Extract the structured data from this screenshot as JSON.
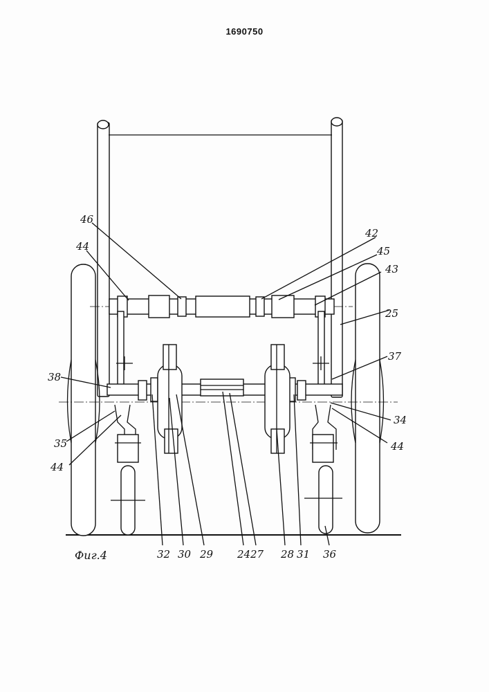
{
  "document": {
    "patent_number": "1690750",
    "figure_caption": "Фиг.4"
  },
  "labels": {
    "l46": "46",
    "l42": "42",
    "l45": "45",
    "l43": "43",
    "l44a": "44",
    "l25": "25",
    "l37": "37",
    "l38": "38",
    "l34": "34",
    "l44b": "44",
    "l35": "35",
    "l44c": "44",
    "l32": "32",
    "l30": "30",
    "l29": "29",
    "l24": "24",
    "l27": "27",
    "l28": "28",
    "l31": "31",
    "l36": "36"
  }
}
